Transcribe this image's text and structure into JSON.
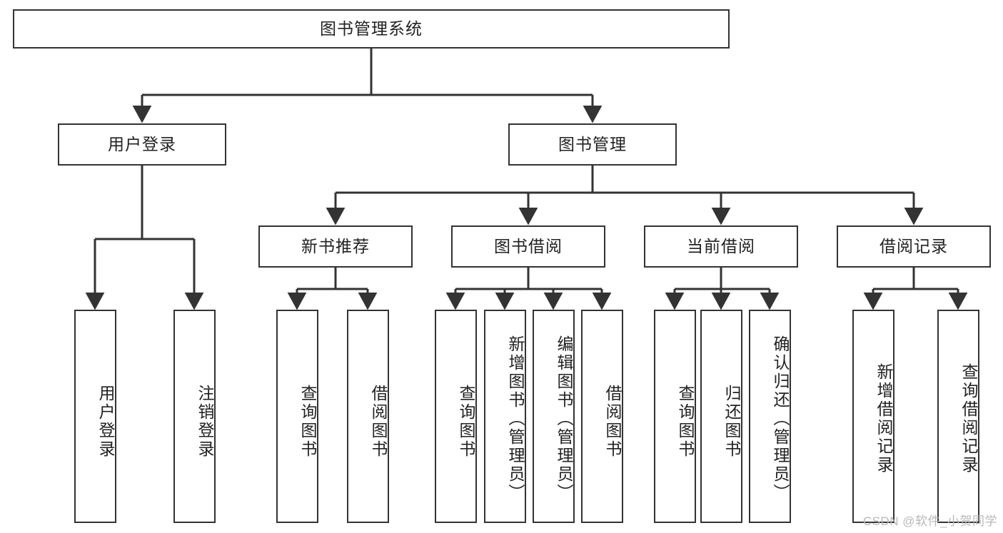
{
  "diagram": {
    "type": "tree",
    "title": "图书管理系统",
    "root": {
      "id": "root",
      "label": "图书管理系统",
      "orientation": "horizontal"
    },
    "level2": [
      {
        "id": "user-login",
        "label": "用户登录",
        "orientation": "horizontal"
      },
      {
        "id": "book-manage",
        "label": "图书管理",
        "orientation": "horizontal"
      }
    ],
    "level3": [
      {
        "id": "new-book-recommend",
        "label": "新书推荐",
        "orientation": "horizontal",
        "parent": "book-manage"
      },
      {
        "id": "book-borrow",
        "label": "图书借阅",
        "orientation": "horizontal",
        "parent": "book-manage"
      },
      {
        "id": "current-borrow",
        "label": "当前借阅",
        "orientation": "horizontal",
        "parent": "book-manage"
      },
      {
        "id": "borrow-record",
        "label": "借阅记录",
        "orientation": "horizontal",
        "parent": "book-manage"
      }
    ],
    "leaves": [
      {
        "id": "leaf-user-login",
        "label": "用户登录",
        "parent": "user-login"
      },
      {
        "id": "leaf-user-logout",
        "label": "注销登录",
        "parent": "user-login"
      },
      {
        "id": "leaf-recommend-query-book",
        "label": "查询图书",
        "parent": "new-book-recommend"
      },
      {
        "id": "leaf-recommend-borrow-book",
        "label": "借阅图书",
        "parent": "new-book-recommend"
      },
      {
        "id": "leaf-borrow-query-book",
        "label": "查询图书",
        "parent": "book-borrow"
      },
      {
        "id": "leaf-borrow-add-book",
        "label": "新增图书（管理员）",
        "parent": "book-borrow"
      },
      {
        "id": "leaf-borrow-edit-book",
        "label": "编辑图书（管理员）",
        "parent": "book-borrow"
      },
      {
        "id": "leaf-borrow-borrow-book",
        "label": "借阅图书",
        "parent": "book-borrow"
      },
      {
        "id": "leaf-current-query-book",
        "label": "查询图书",
        "parent": "current-borrow"
      },
      {
        "id": "leaf-current-return-book",
        "label": "归还图书",
        "parent": "current-borrow"
      },
      {
        "id": "leaf-current-confirm-return",
        "label": "确认归还（管理员）",
        "parent": "current-borrow"
      },
      {
        "id": "leaf-record-add",
        "label": "新增借阅记录",
        "parent": "borrow-record"
      },
      {
        "id": "leaf-record-query",
        "label": "查询借阅记录",
        "parent": "borrow-record"
      }
    ],
    "colors": {
      "border": "#333333",
      "fill": "#ffffff",
      "text": "#222222",
      "edge": "#333333",
      "watermark": "#b8b8b8"
    }
  },
  "watermark": {
    "text": "CSDN @软件_小贺同学"
  }
}
